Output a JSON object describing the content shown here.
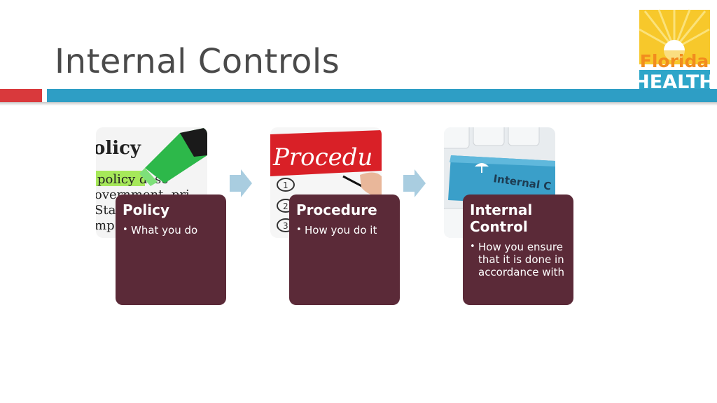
{
  "slide": {
    "title": "Internal Controls"
  },
  "logo": {
    "line1": "Florida",
    "line2": "HEALTH"
  },
  "photos": [
    {
      "name": "policy-photo",
      "text": "olicy",
      "lines": [
        "policy desc",
        "overnment, pri",
        "Sta    of I",
        "mp"
      ]
    },
    {
      "name": "procedure-photo",
      "text": "Procedu",
      "list": [
        "1",
        "2",
        "3"
      ]
    },
    {
      "name": "internal-control-photo",
      "text": "Internal C"
    }
  ],
  "cards": [
    {
      "title": "Policy",
      "bullet": "What you do"
    },
    {
      "title": "Procedure",
      "bullet": "How you do it"
    },
    {
      "title": "Internal Control",
      "bullet": "How you ensure that it is done in accordance with"
    }
  ],
  "colors": {
    "card": "#5b2a38",
    "arrow": "#a9cde0",
    "accent_red": "#d9393c",
    "accent_blue": "#2e9ec5"
  }
}
